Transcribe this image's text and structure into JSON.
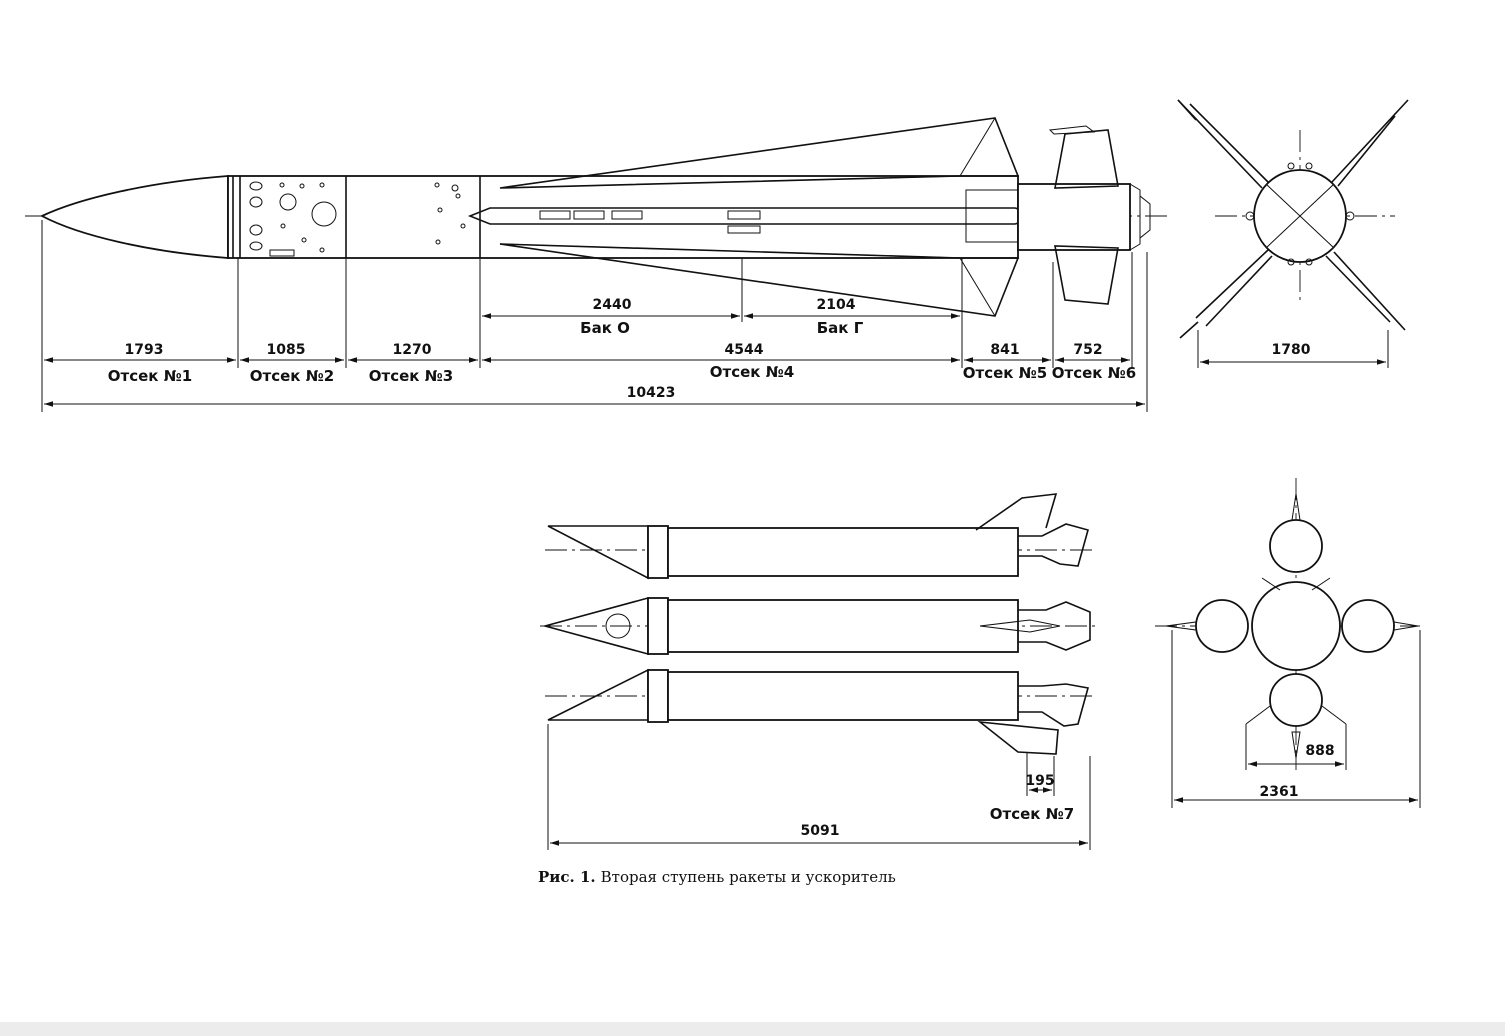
{
  "missile": {
    "compartments": [
      {
        "length": "1793",
        "label": "Отсек №1"
      },
      {
        "length": "1085",
        "label": "Отсек №2"
      },
      {
        "length": "1270",
        "label": "Отсек №3"
      },
      {
        "length": "4544",
        "label": "Отсек №4"
      },
      {
        "length": "841",
        "label": "Отсек №5"
      },
      {
        "length": "752",
        "label": "Отсек №6"
      }
    ],
    "tanks": [
      {
        "length": "2440",
        "label": "Бак О"
      },
      {
        "length": "2104",
        "label": "Бак Г"
      }
    ],
    "total_length": "10423",
    "span": "1780"
  },
  "booster": {
    "length": "5091",
    "compartment_length": "195",
    "compartment_label": "Отсек №7",
    "end_inner": "888",
    "end_outer": "2361"
  },
  "caption": {
    "prefix": "Рис. 1.",
    "text": "Вторая ступень ракеты и ускоритель"
  }
}
